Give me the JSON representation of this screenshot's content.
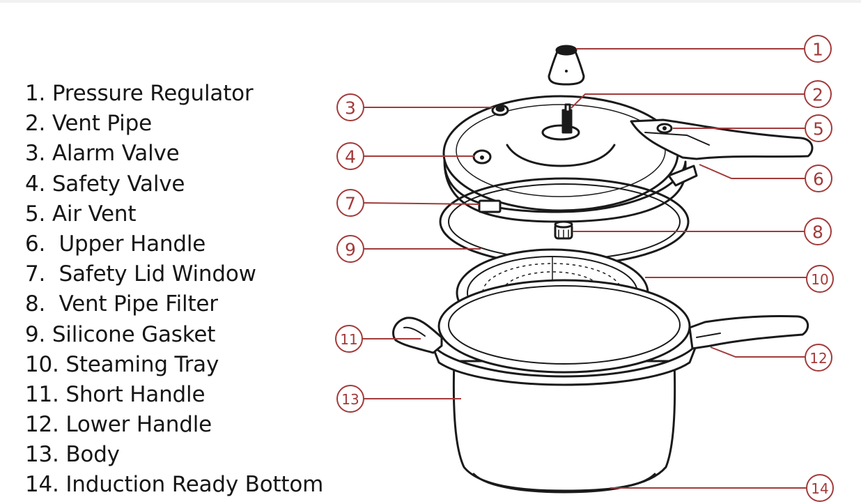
{
  "parts": [
    {
      "id": 1,
      "label": "1. Pressure Regulator"
    },
    {
      "id": 2,
      "label": "2. Vent Pipe"
    },
    {
      "id": 3,
      "label": "3. Alarm Valve"
    },
    {
      "id": 4,
      "label": "4. Safety Valve"
    },
    {
      "id": 5,
      "label": "5. Air Vent"
    },
    {
      "id": 6,
      "label": "6.  Upper Handle"
    },
    {
      "id": 7,
      "label": "7.  Safety Lid Window"
    },
    {
      "id": 8,
      "label": "8.  Vent Pipe Filter"
    },
    {
      "id": 9,
      "label": "9. Silicone Gasket"
    },
    {
      "id": 10,
      "label": "10. Steaming Tray"
    },
    {
      "id": 11,
      "label": "11. Short Handle"
    },
    {
      "id": 12,
      "label": "12. Lower Handle"
    },
    {
      "id": 13,
      "label": "13. Body"
    },
    {
      "id": 14,
      "label": "14. Induction Ready Bottom"
    }
  ],
  "callouts": [
    "1",
    "2",
    "3",
    "4",
    "5",
    "6",
    "7",
    "8",
    "9",
    "10",
    "11",
    "12",
    "13",
    "14"
  ],
  "colors": {
    "callout": "#a33a3a",
    "line_art": "#1a1a1a",
    "text": "#161616"
  }
}
